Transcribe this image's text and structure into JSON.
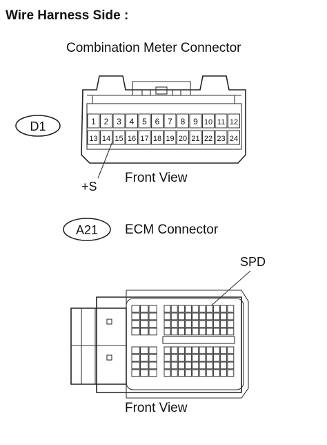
{
  "heading": "Wire Harness Side :",
  "connector1": {
    "title": "Combination Meter Connector",
    "id": "D1",
    "pins_row1": [
      "1",
      "2",
      "3",
      "4",
      "5",
      "6",
      "7",
      "8",
      "9",
      "10",
      "11",
      "12"
    ],
    "pins_row2": [
      "13",
      "14",
      "15",
      "16",
      "17",
      "18",
      "19",
      "20",
      "21",
      "22",
      "23",
      "24"
    ],
    "pin_callout": "+S",
    "view_label": "Front View"
  },
  "connector2": {
    "id": "A21",
    "title": "ECM Connector",
    "pin_callout": "SPD",
    "view_label": "Front View"
  }
}
